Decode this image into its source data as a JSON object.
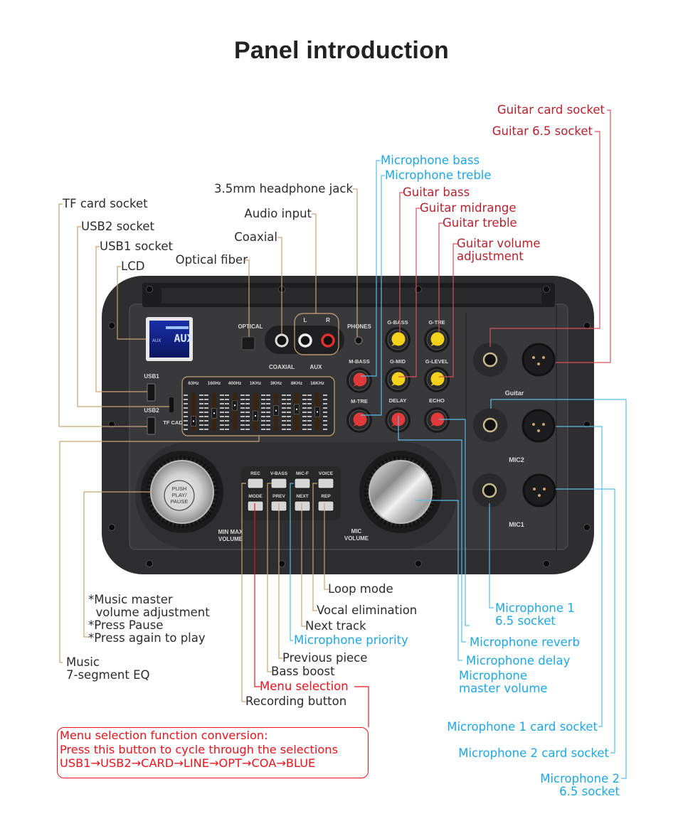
{
  "title": "Panel introduction",
  "colors": {
    "line_tan": "#c9a472",
    "line_red": "#d8505e",
    "line_blue": "#5bbce6",
    "text_dark": "#2b2b2b",
    "text_red": "#b5222d",
    "text_blue": "#1ea6e6",
    "text_bright_red": "#e9141c",
    "panel": "#3b3b3d",
    "knob_red": "#e23a3a",
    "knob_yellow": "#f2d21b"
  },
  "panel": {
    "lcd": {
      "small": "AUX",
      "big": "AUX"
    },
    "labels": {
      "optical": "OPTICAL",
      "coaxial": "COAXIAL",
      "aux": "AUX",
      "aux_l": "L",
      "aux_r": "R",
      "phones": "PHONES",
      "usb1": "USB1",
      "usb2": "USB2",
      "tf": "TF CAD",
      "m_bass": "M-BASS",
      "m_tre": "M-TRE",
      "g_bass": "G-BASS",
      "g_tre": "G-TRE",
      "g_mid": "G-MID",
      "g_level": "G-LEVEL",
      "delay": "DELAY",
      "echo": "ECHO",
      "guitar": "Guitar",
      "mic2": "MIC2",
      "mic1": "MIC1",
      "vol_1": "MIN MAX",
      "vol_2": "VOLUME",
      "mic_vol_1": "MIC",
      "mic_vol_2": "VOLUME",
      "push_1": "PUSH",
      "push_2": "PLAY/",
      "push_3": "PAUSE"
    },
    "eq_bands": [
      {
        "label": "63Hz",
        "level": 0.15
      },
      {
        "label": "160Hz",
        "level": 0.45
      },
      {
        "label": "400Hz",
        "level": 0.75
      },
      {
        "label": "1KHz",
        "level": 0.35
      },
      {
        "label": "3KHz",
        "level": 0.55
      },
      {
        "label": "8KHz",
        "level": 0.6
      },
      {
        "label": "16KHz",
        "level": 0.5
      }
    ],
    "buttons_row1": [
      "REC",
      "V-BASS",
      "MIC-F",
      "VOICE"
    ],
    "buttons_row2": [
      "MODE",
      "PREV",
      "NEXT",
      "REP"
    ]
  },
  "callouts": {
    "tf_card_socket": "TF card socket",
    "usb2_socket": "USB2 socket",
    "usb1_socket": "USB1 socket",
    "lcd": "LCD",
    "optical_fiber": "Optical fiber",
    "coaxial": "Coaxial",
    "audio_input": "Audio input",
    "headphone_jack": "3.5mm headphone jack",
    "mic_bass": "Microphone bass",
    "mic_treble": "Microphone treble",
    "guitar_bass": "Guitar bass",
    "guitar_midrange": "Guitar midrange",
    "guitar_treble": "Guitar treble",
    "guitar_volume_1": "Guitar volume",
    "guitar_volume_2": "adjustment",
    "guitar_card_socket": "Guitar card socket",
    "guitar_65_socket": "Guitar 6.5 socket",
    "music_master_1": "*Music master",
    "music_master_2": "volume adjustment",
    "music_master_3": "*Press Pause",
    "music_master_4": "*Press again to play",
    "music_eq_1": "Music",
    "music_eq_2": "7-segment EQ",
    "loop_mode": "Loop mode",
    "vocal_elimination": "Vocal elimination",
    "next_track": "Next track",
    "mic_priority": "Microphone priority",
    "previous_piece": "Previous piece",
    "bass_boost": "Bass boost",
    "menu_selection": "Menu selection",
    "recording_button": "Recording button",
    "mic1_65_1": "Microphone 1",
    "mic1_65_2": "6.5 socket",
    "mic_reverb": "Microphone reverb",
    "mic_delay": "Microphone delay",
    "mic_master_1": "Microphone",
    "mic_master_2": "master volume",
    "mic1_card": "Microphone 1 card socket",
    "mic2_card": "Microphone 2 card socket",
    "mic2_65_1": "Microphone 2",
    "mic2_65_2": "6.5 socket"
  },
  "menu_note": {
    "line1": "Menu selection function conversion:",
    "line2": "Press this button to cycle through the selections",
    "line3": "USB1→USB2→CARD→LINE→OPT→COA→BLUE"
  }
}
